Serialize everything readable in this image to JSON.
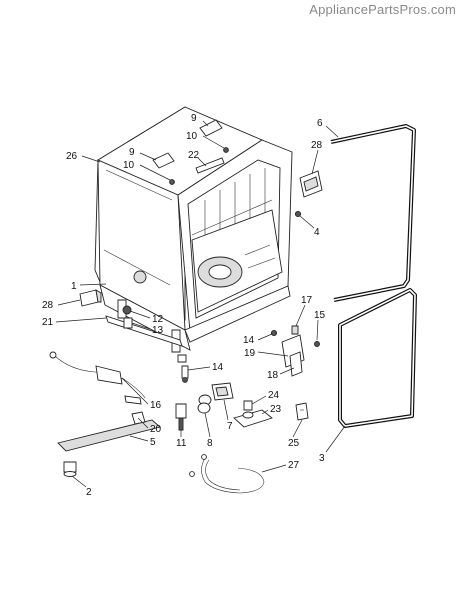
{
  "watermark": "AppliancePartsPros.com",
  "callouts": [
    {
      "id": "c9a",
      "label": "9"
    },
    {
      "id": "c10a",
      "label": "10"
    },
    {
      "id": "c9b",
      "label": "9"
    },
    {
      "id": "c10b",
      "label": "10"
    },
    {
      "id": "c26",
      "label": "26"
    },
    {
      "id": "c22",
      "label": "22"
    },
    {
      "id": "c6",
      "label": "6"
    },
    {
      "id": "c28a",
      "label": "28"
    },
    {
      "id": "c4",
      "label": "4"
    },
    {
      "id": "c1",
      "label": "1"
    },
    {
      "id": "c28b",
      "label": "28"
    },
    {
      "id": "c21",
      "label": "21"
    },
    {
      "id": "c12",
      "label": "12"
    },
    {
      "id": "c13",
      "label": "13"
    },
    {
      "id": "c17",
      "label": "17"
    },
    {
      "id": "c15",
      "label": "15"
    },
    {
      "id": "c14a",
      "label": "14"
    },
    {
      "id": "c19",
      "label": "19"
    },
    {
      "id": "c14b",
      "label": "14"
    },
    {
      "id": "c18",
      "label": "18"
    },
    {
      "id": "c24",
      "label": "24"
    },
    {
      "id": "c23",
      "label": "23"
    },
    {
      "id": "c16",
      "label": "16"
    },
    {
      "id": "c20",
      "label": "20"
    },
    {
      "id": "c5",
      "label": "5"
    },
    {
      "id": "c11",
      "label": "11"
    },
    {
      "id": "c8",
      "label": "8"
    },
    {
      "id": "c7",
      "label": "7"
    },
    {
      "id": "c25",
      "label": "25"
    },
    {
      "id": "c3",
      "label": "3"
    },
    {
      "id": "c27",
      "label": "27"
    },
    {
      "id": "c2",
      "label": "2"
    }
  ]
}
